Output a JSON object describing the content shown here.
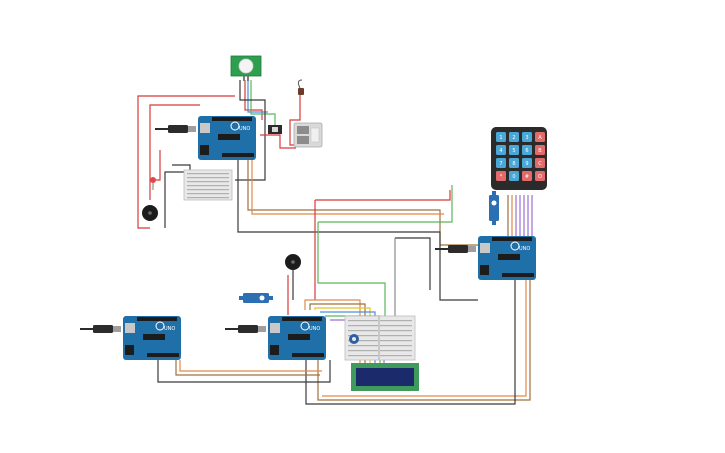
{
  "board": {
    "brand": "UNO",
    "color": "#1f6fa8",
    "header_color": "#1c1c1c"
  },
  "keypad": {
    "keys": [
      "1",
      "2",
      "3",
      "A",
      "4",
      "5",
      "6",
      "B",
      "7",
      "8",
      "9",
      "C",
      "*",
      "0",
      "#",
      "D"
    ],
    "key_color": "#4aa8d8",
    "letter_key_color": "#e36a6a",
    "frame_color": "#2b2b2b"
  },
  "lcd": {
    "frame_color": "#3f9a5c",
    "screen_color": "#1b2a6b"
  },
  "wire_colors": {
    "red": "#d63b3b",
    "black": "#3a3a3a",
    "brown": "#a0703c",
    "orange": "#e0894b",
    "green": "#5cb85c",
    "blue": "#4a90d9",
    "yellow": "#e6c229",
    "purple": "#9b6fd6",
    "grey": "#8a8a8a"
  },
  "icons": {
    "usb": "usb-plug-icon",
    "buzzer": "piezo-buzzer-icon",
    "pir": "pir-sensor-icon",
    "servo": "servo-motor-icon",
    "potentiometer": "potentiometer-icon",
    "photoresistor": "photoresistor-icon"
  }
}
